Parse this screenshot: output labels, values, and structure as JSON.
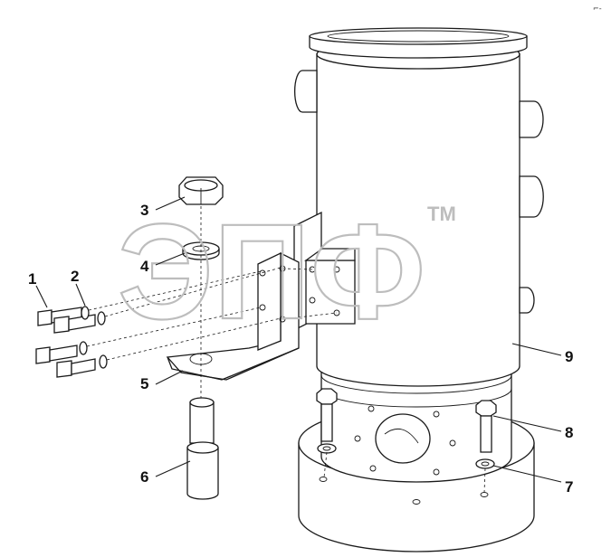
{
  "diagram": {
    "corner_mark": "⌐-",
    "watermark": "ЭПФ",
    "watermark_tm": "TM",
    "callouts": [
      {
        "id": "1",
        "label": "1"
      },
      {
        "id": "2",
        "label": "2"
      },
      {
        "id": "3",
        "label": "3"
      },
      {
        "id": "4",
        "label": "4"
      },
      {
        "id": "5",
        "label": "5"
      },
      {
        "id": "6",
        "label": "6"
      },
      {
        "id": "7",
        "label": "7"
      },
      {
        "id": "8",
        "label": "8"
      },
      {
        "id": "9",
        "label": "9"
      }
    ]
  }
}
